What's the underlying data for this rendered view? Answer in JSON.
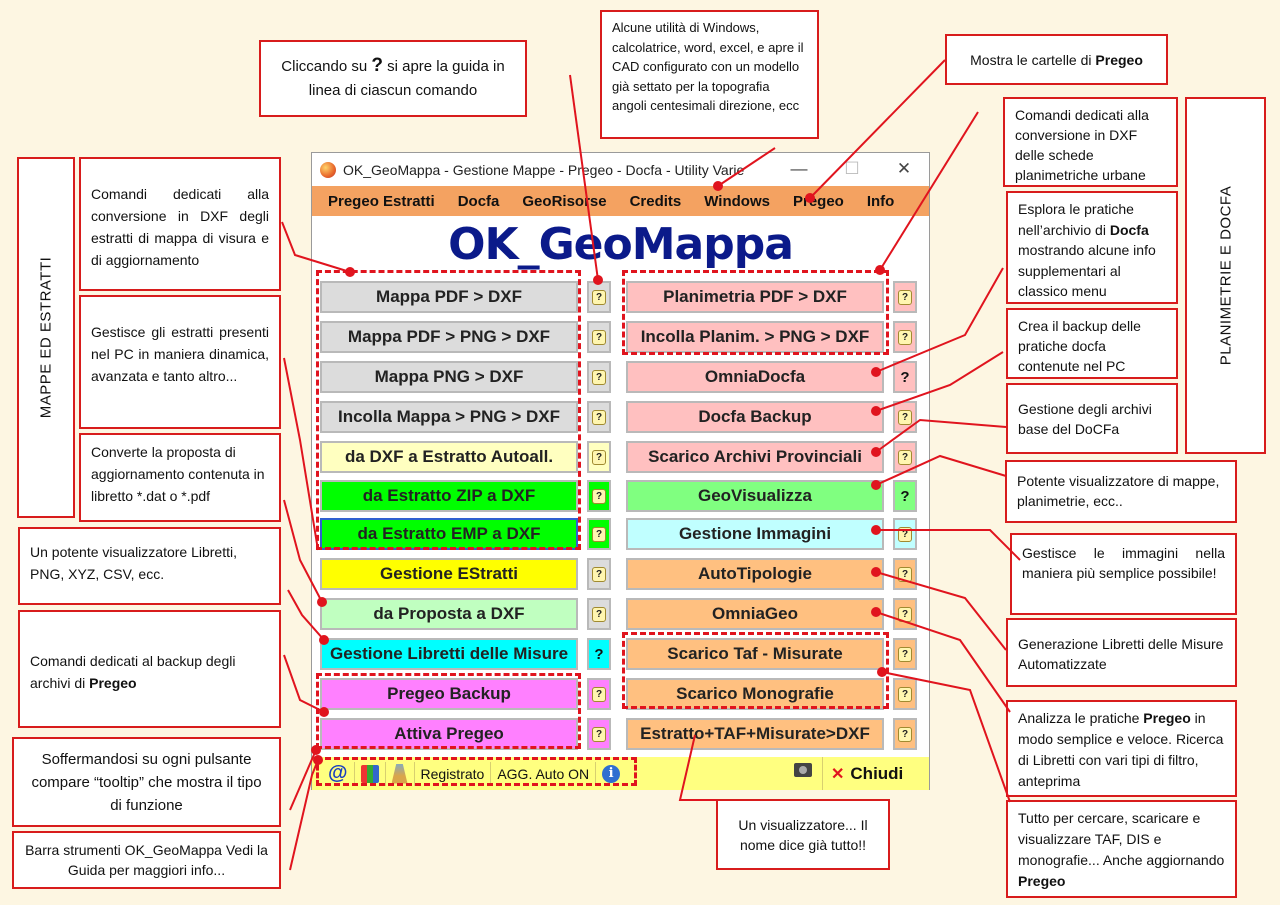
{
  "window": {
    "title": "OK_GeoMappa - Gestione Mappe - Pregeo - Docfa - Utility Varie",
    "minimize": "—",
    "maximize": "☐",
    "close": "✕"
  },
  "menu": [
    "Pregeo Estratti",
    "Docfa",
    "GeoRisorse",
    "Credits",
    "Windows",
    "Pregeo",
    "Info"
  ],
  "logo": "OK_GeoMappa",
  "left_buttons": [
    {
      "label": "Mappa PDF > DXF",
      "color": "#dcdcdc",
      "help": "note"
    },
    {
      "label": "Mappa PDF > PNG > DXF",
      "color": "#dcdcdc",
      "help": "note"
    },
    {
      "label": "Mappa PNG > DXF",
      "color": "#dcdcdc",
      "help": "note"
    },
    {
      "label": "Incolla Mappa > PNG > DXF",
      "color": "#dcdcdc",
      "help": "note"
    },
    {
      "label": "da DXF a Estratto Autoall.",
      "color": "#ffffc0",
      "help": "note"
    },
    {
      "label": "da Estratto ZIP a DXF",
      "color": "#00ff00",
      "help": "note"
    },
    {
      "label": "da Estratto EMP a DXF",
      "color": "#00ff00",
      "help": "note"
    },
    {
      "label": "Gestione EStratti",
      "color": "#ffff00",
      "help": "note"
    },
    {
      "label": "da Proposta a DXF",
      "color": "#c0ffc0",
      "help": "note"
    },
    {
      "label": "Gestione Libretti delle Misure",
      "color": "#00ffff",
      "help": "?"
    },
    {
      "label": "Pregeo Backup",
      "color": "#ff80ff",
      "help": "note"
    },
    {
      "label": "Attiva Pregeo",
      "color": "#ff80ff",
      "help": "note"
    }
  ],
  "right_buttons": [
    {
      "label": "Planimetria PDF > DXF",
      "color": "#ffc0c0",
      "help": "note"
    },
    {
      "label": "Incolla Planim. > PNG > DXF",
      "color": "#ffc0c0",
      "help": "note"
    },
    {
      "label": "OmniaDocfa",
      "color": "#ffc0c0",
      "help": "?"
    },
    {
      "label": "Docfa Backup",
      "color": "#ffc0c0",
      "help": "note"
    },
    {
      "label": "Scarico Archivi Provinciali",
      "color": "#ffc0c0",
      "help": "note"
    },
    {
      "label": "GeoVisualizza",
      "color": "#80ff80",
      "help": "?"
    },
    {
      "label": "Gestione Immagini",
      "color": "#c0ffff",
      "help": "note"
    },
    {
      "label": "AutoTipologie",
      "color": "#ffc080",
      "help": "note"
    },
    {
      "label": "OmniaGeo",
      "color": "#ffc080",
      "help": "note"
    },
    {
      "label": "Scarico Taf - Misurate",
      "color": "#ffc080",
      "help": "note"
    },
    {
      "label": "Scarico Monografie",
      "color": "#ffc080",
      "help": "note"
    },
    {
      "label": "Estratto+TAF+Misurate>DXF",
      "color": "#ffc080",
      "help": "note"
    }
  ],
  "help_symbol": "?",
  "toolbar": {
    "at": "@",
    "registered": "Registrato",
    "auto_update": "AGG. Auto ON",
    "info": "i",
    "close_x": "✕",
    "close": "Chiudi"
  },
  "callouts": {
    "help_guide": [
      "Cliccando su ",
      "?",
      " si apre la guida in linea di ciascun comando"
    ],
    "windows": "Alcune utilità di Windows, calcolatrice, word, excel, e apre il CAD configurato con un modello già settato per la topografia angoli centesimali direzione, ecc",
    "pregeo_folders": [
      "Mostra le cartelle di ",
      "Pregeo"
    ],
    "planimetrie": "Comandi dedicati alla conversione in DXF delle schede planimetriche urbane",
    "planimetrie_docfa": "PLANIMETRIE E DOCFA",
    "omniadocfa": [
      "Esplora le pratiche nell’archivio di ",
      "Docfa",
      " mostrando alcune info supplementari al classico menu"
    ],
    "docfa_backup": "Crea il backup delle pratiche docfa contenute nel PC",
    "archivi": "Gestione degli archivi base del DoCFa",
    "geovisualizza": "Potente visualizzatore di mappe, planimetrie, ecc..",
    "immagini": "Gestisce le immagini nella maniera più semplice possibile!",
    "autotipologie": "Generazione Libretti delle Misure Automatizzate",
    "omniageo": [
      "Analizza le pratiche ",
      "Pregeo",
      " in modo semplice e veloce. Ricerca di Libretti con vari tipi di filtro, anteprima"
    ],
    "taf": [
      "Tutto per cercare, scaricare e visualizzare TAF, DIS e monografie... Anche aggiornando ",
      "Pregeo"
    ],
    "visualizzatore": "Un visualizzatore... Il nome dice già tutto!!",
    "mappe_estratti": "MAPPE ED ESTRATTI",
    "estratti_dxf": "Comandi dedicati alla conversione in DXF degli estratti di mappa di visura e di aggiornamento",
    "gestione_estratti": "Gestisce gli estratti presenti nel PC in maniera dinamica, avanzata e tanto altro...",
    "proposta": "Converte la proposta di aggiornamento contenuta in libretto *.dat o *.pdf",
    "libretti": "Un potente visualizzatore Libretti, PNG, XYZ, CSV, ecc.",
    "pregeo_backup": [
      "Comandi dedicati al backup degli archivi di ",
      "Pregeo"
    ],
    "tooltip": "Soffermandosi su ogni pulsante compare “tooltip” che mostra il tipo di funzione",
    "toolbar": "Barra strumenti OK_GeoMappa Vedi la Guida per maggiori info..."
  }
}
